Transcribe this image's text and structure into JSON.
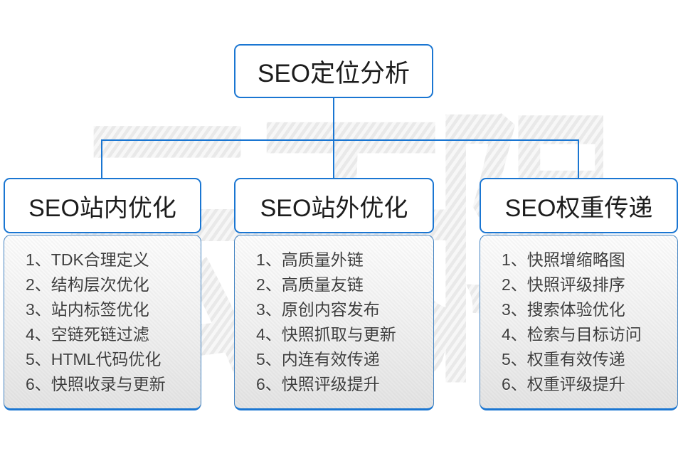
{
  "diagram": {
    "watermark": "云无限",
    "root": {
      "title": "SEO定位分析"
    },
    "branches": [
      {
        "title": "SEO站内优化",
        "items": [
          "1、TDK合理定义",
          "2、结构层次优化",
          "3、站内标签优化",
          "4、空链死链过滤",
          "5、HTML代码优化",
          "6、快照收录与更新"
        ]
      },
      {
        "title": "SEO站外优化",
        "items": [
          "1、高质量外链",
          "2、高质量友链",
          "3、原创内容发布",
          "4、快照抓取与更新",
          "5、内连有效传递",
          "6、快照评级提升"
        ]
      },
      {
        "title": "SEO权重传递",
        "items": [
          "1、快照增缩略图",
          "2、快照评级排序",
          "3、搜索体验优化",
          "4、检索与目标访问",
          "5、权重有效传递",
          "6、权重评级提升"
        ]
      }
    ],
    "colors": {
      "accent_blue": "#1a76d2",
      "list_text": "#3e3e3e",
      "watermark_gray": "#ededed"
    }
  }
}
